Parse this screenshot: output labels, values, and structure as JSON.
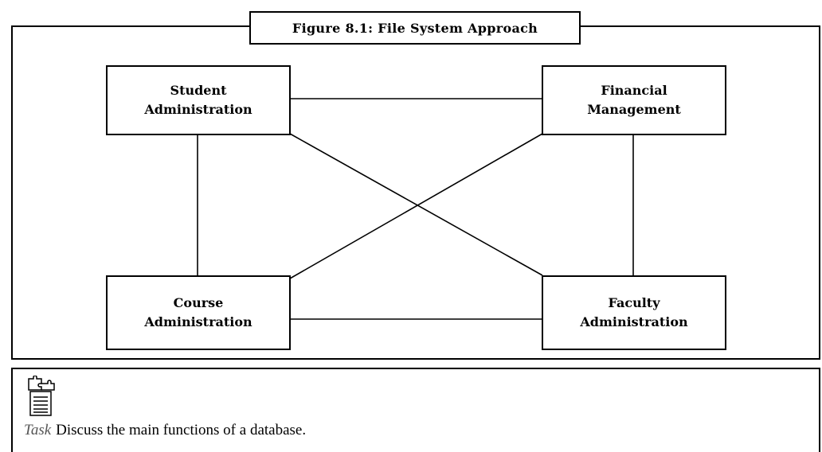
{
  "figure": {
    "title": "Figure 8.1: File System Approach",
    "nodes": [
      {
        "id": "student",
        "line1": "Student",
        "line2": "Administration"
      },
      {
        "id": "financial",
        "line1": "Financial",
        "line2": "Management"
      },
      {
        "id": "course",
        "line1": "Course",
        "line2": "Administration"
      },
      {
        "id": "faculty",
        "line1": "Faculty",
        "line2": "Administration"
      }
    ],
    "edges": [
      [
        "student",
        "financial"
      ],
      [
        "student",
        "course"
      ],
      [
        "student",
        "faculty"
      ],
      [
        "financial",
        "course"
      ],
      [
        "financial",
        "faculty"
      ],
      [
        "course",
        "faculty"
      ]
    ]
  },
  "task": {
    "label": "Task",
    "text": "Discuss the main functions of a database.",
    "icon": "task-puzzle-document-icon"
  }
}
